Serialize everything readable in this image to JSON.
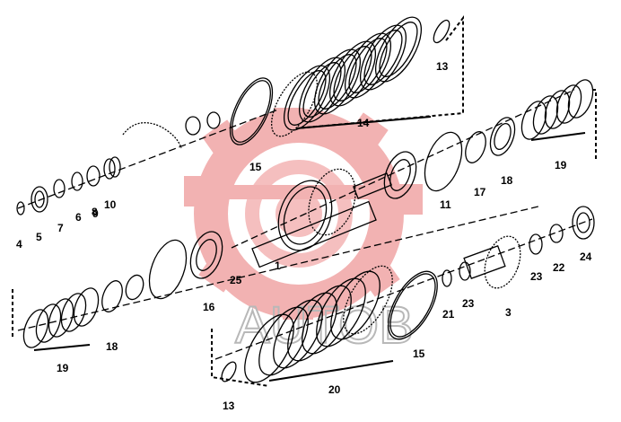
{
  "watermark": {
    "text": "AUTOB",
    "color": "#e8262b"
  },
  "callouts": [
    "1",
    "3",
    "4",
    "5",
    "6",
    "7",
    "8",
    "9",
    "10",
    "11",
    "13",
    "13",
    "14",
    "15",
    "15",
    "16",
    "17",
    "18",
    "18",
    "19",
    "19",
    "20",
    "21",
    "22",
    "23",
    "23",
    "24",
    "25"
  ]
}
